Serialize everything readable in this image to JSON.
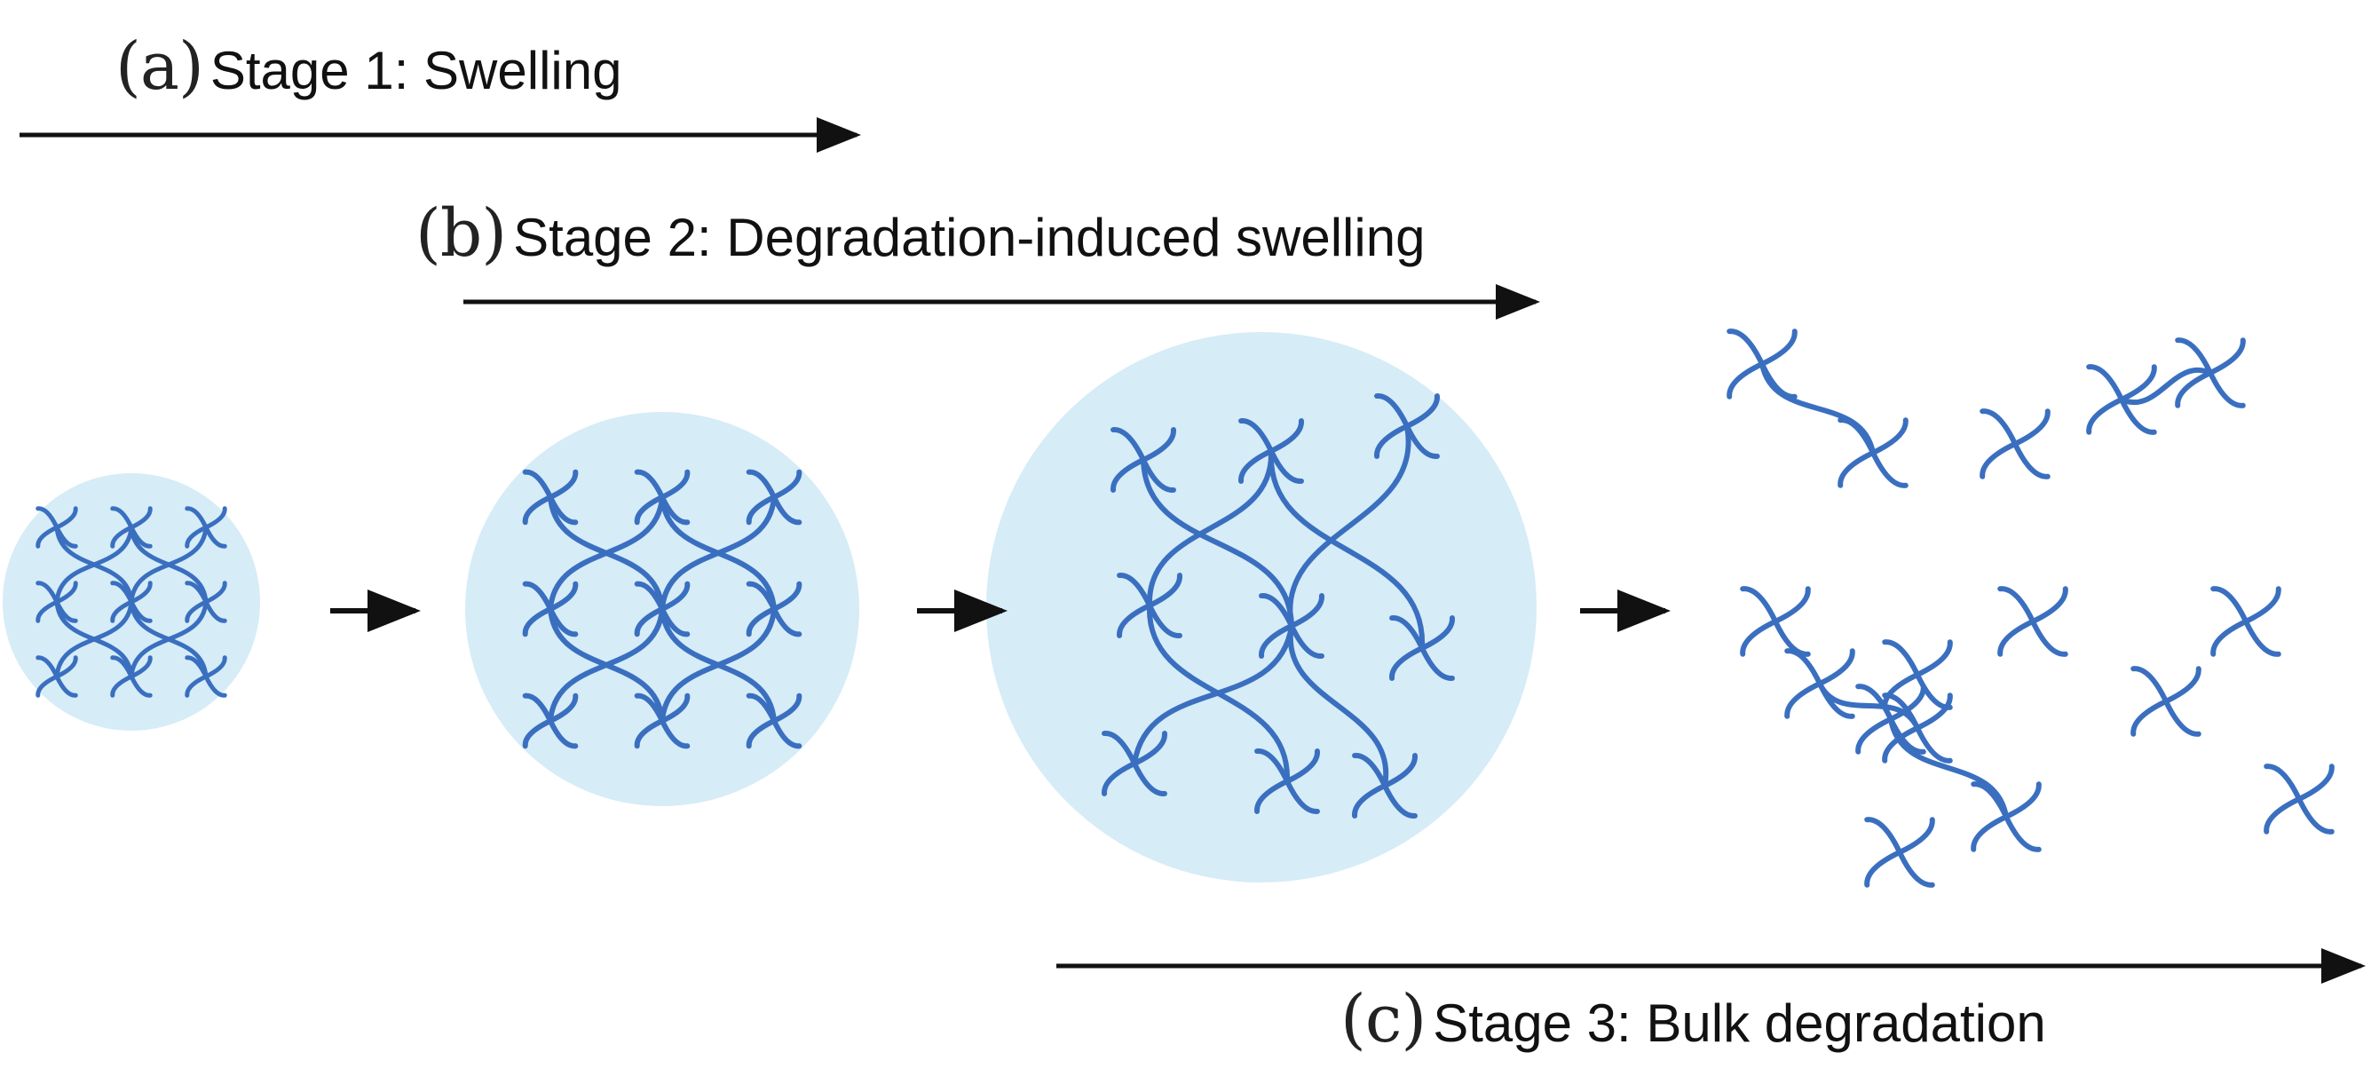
{
  "stages": [
    {
      "letter": "(a)",
      "label": "Stage 1: Swelling"
    },
    {
      "letter": "(b)",
      "label": "Stage 2: Degradation-induced swelling"
    },
    {
      "letter": "(c)",
      "label": "Stage 3: Bulk degradation"
    }
  ],
  "states": [
    {
      "name": "initial-network",
      "gel_background": true,
      "relative_size": 1.0
    },
    {
      "name": "swollen-network",
      "gel_background": true,
      "relative_size": 1.5
    },
    {
      "name": "degraded-swollen-network",
      "gel_background": true,
      "relative_size": 1.9
    },
    {
      "name": "dissolved-fragments",
      "gel_background": false
    }
  ],
  "colors": {
    "gel": "#d6ecf7",
    "polymer": "#3a6fc0",
    "arrow": "#111111",
    "text": "#111111"
  }
}
